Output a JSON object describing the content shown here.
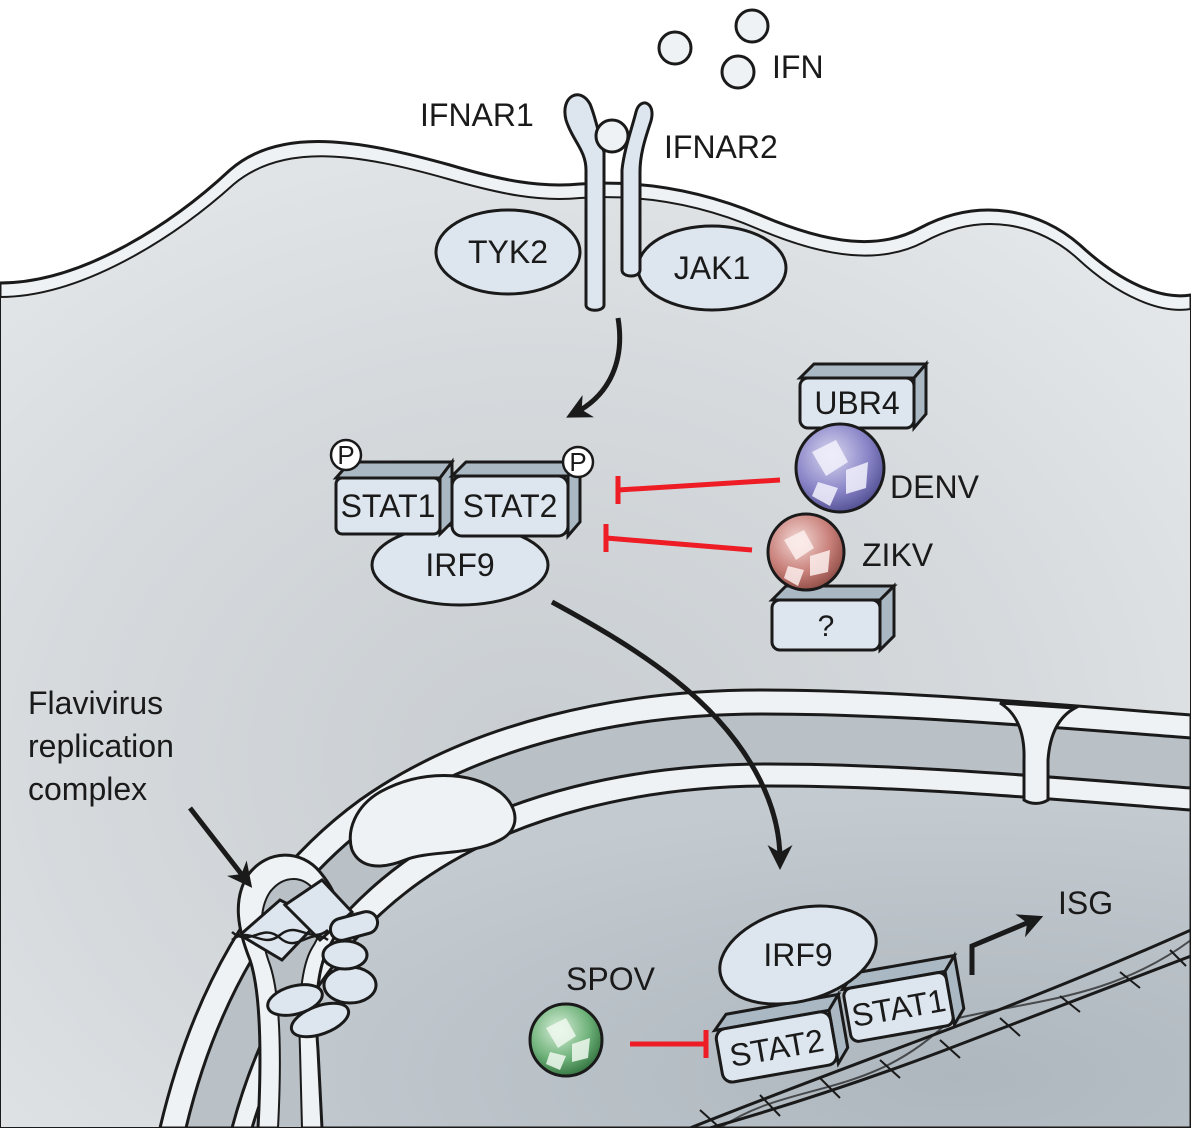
{
  "labels": {
    "ifn": "IFN",
    "ifnar1": "IFNAR1",
    "ifnar2": "IFNAR2",
    "tyk2": "TYK2",
    "jak1": "JAK1",
    "ubr4": "UBR4",
    "denv": "DENV",
    "zikv": "ZIKV",
    "unknown_factor": "?",
    "stat1": "STAT1",
    "stat2": "STAT2",
    "irf9": "IRF9",
    "phospho": "P",
    "flavivirus_line1": "Flavivirus",
    "flavivirus_line2": "replication",
    "flavivirus_line3": "complex",
    "spov": "SPOV",
    "isg": "ISG"
  },
  "colors": {
    "background": "#ffffff",
    "cytoplasm": "#dfe3e5",
    "cytoplasm_center": "#c8cdd1",
    "membrane": "#eef2f4",
    "nucleus": "#b9c1c7",
    "protein_fill": "#dde6ee",
    "protein_side": "#aab8c4",
    "inhibition": "#ee1c25",
    "outline": "#1a1a1a",
    "denv_virus": "#8a86c8",
    "zikv_virus": "#c9807a",
    "spov_virus": "#6fb27a"
  },
  "icons": {
    "virus": "virion-icon",
    "dna": "dna-helix-icon",
    "receptor": "receptor-icon"
  }
}
